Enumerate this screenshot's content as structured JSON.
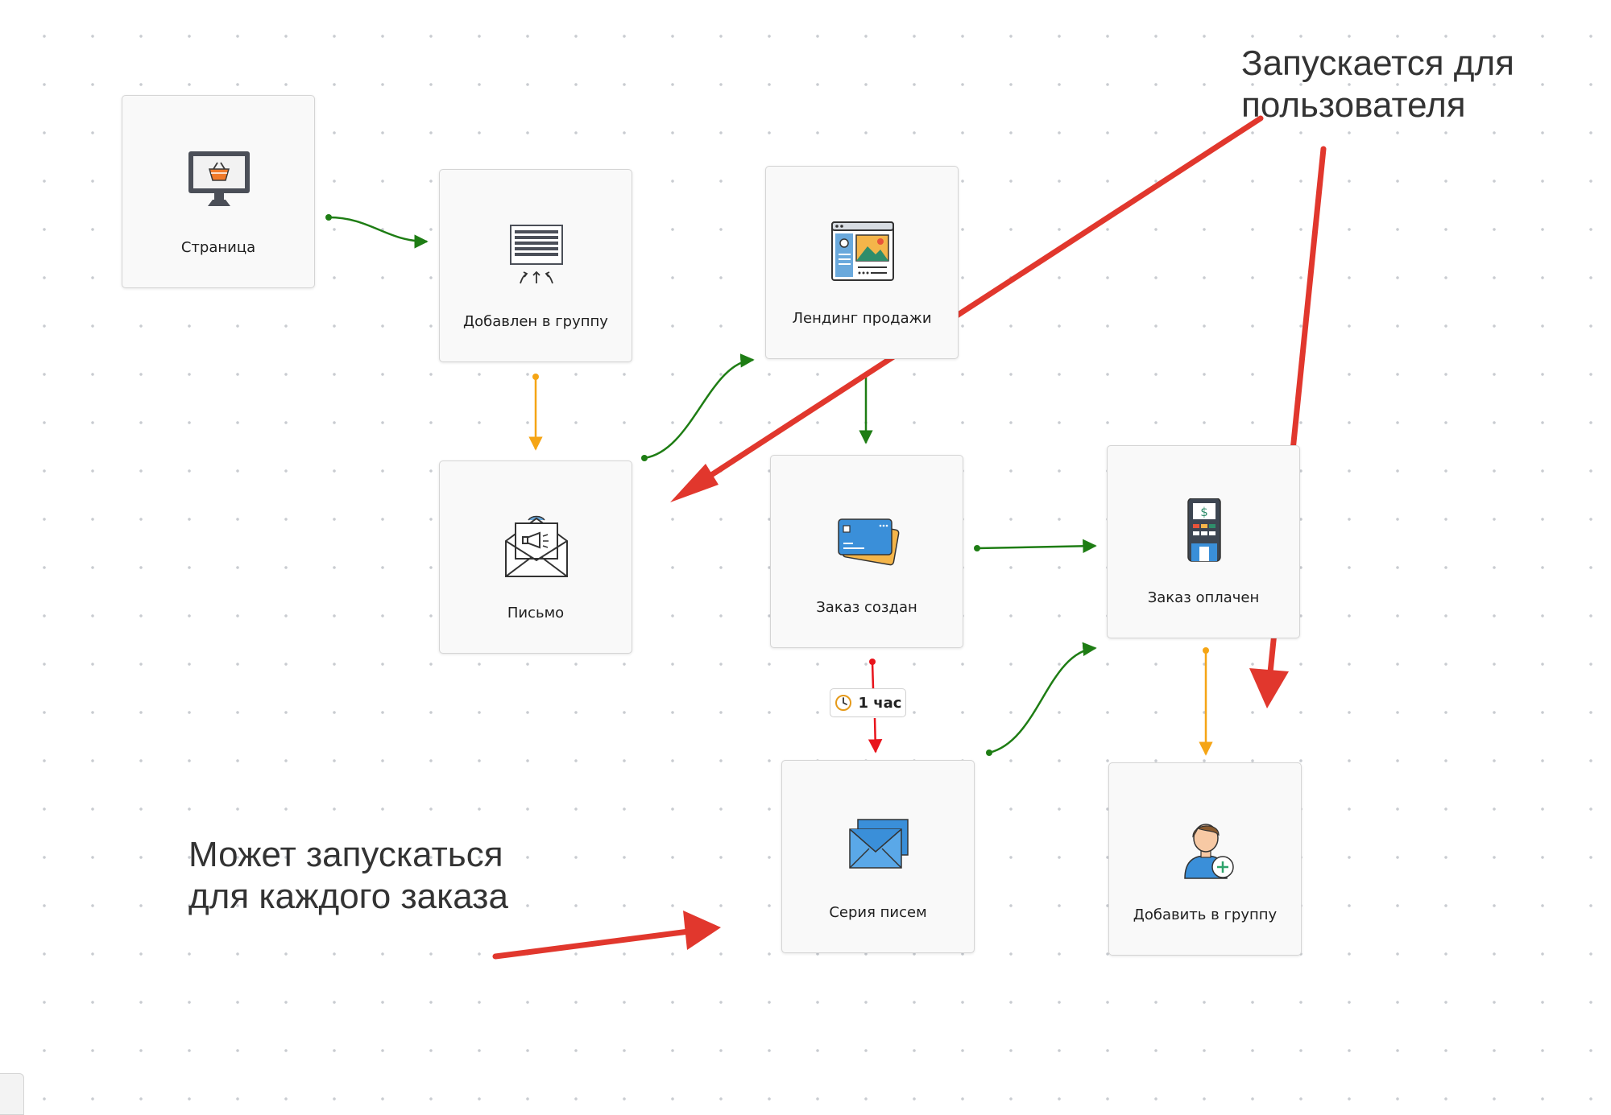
{
  "nodes": {
    "stranitsa": {
      "label": "Страница",
      "icon": "monitor-basket-icon"
    },
    "added_to_group": {
      "label": "Добавлен в группу",
      "icon": "group-list-icon"
    },
    "landing": {
      "label": "Лендинг продажи",
      "icon": "landing-page-icon"
    },
    "letter": {
      "label": "Письмо",
      "icon": "envelope-megaphone-icon"
    },
    "order_created": {
      "label": "Заказ создан",
      "icon": "credit-cards-icon"
    },
    "order_paid": {
      "label": "Заказ оплачен",
      "icon": "payment-terminal-icon"
    },
    "email_series": {
      "label": "Серия писем",
      "icon": "email-series-icon"
    },
    "add_to_group": {
      "label": "Добавить в группу",
      "icon": "add-user-icon"
    }
  },
  "delay": {
    "text": "1 час",
    "icon": "clock-icon"
  },
  "annotations": {
    "top_right": [
      "Запускается для",
      "пользователя"
    ],
    "bottom_left": [
      "Может запускаться",
      "для каждого заказа"
    ]
  },
  "colors": {
    "edge_green": "#1e7d14",
    "edge_orange": "#f5a515",
    "edge_red": "#e8141c",
    "annotation_arrow": "#e1372d"
  }
}
